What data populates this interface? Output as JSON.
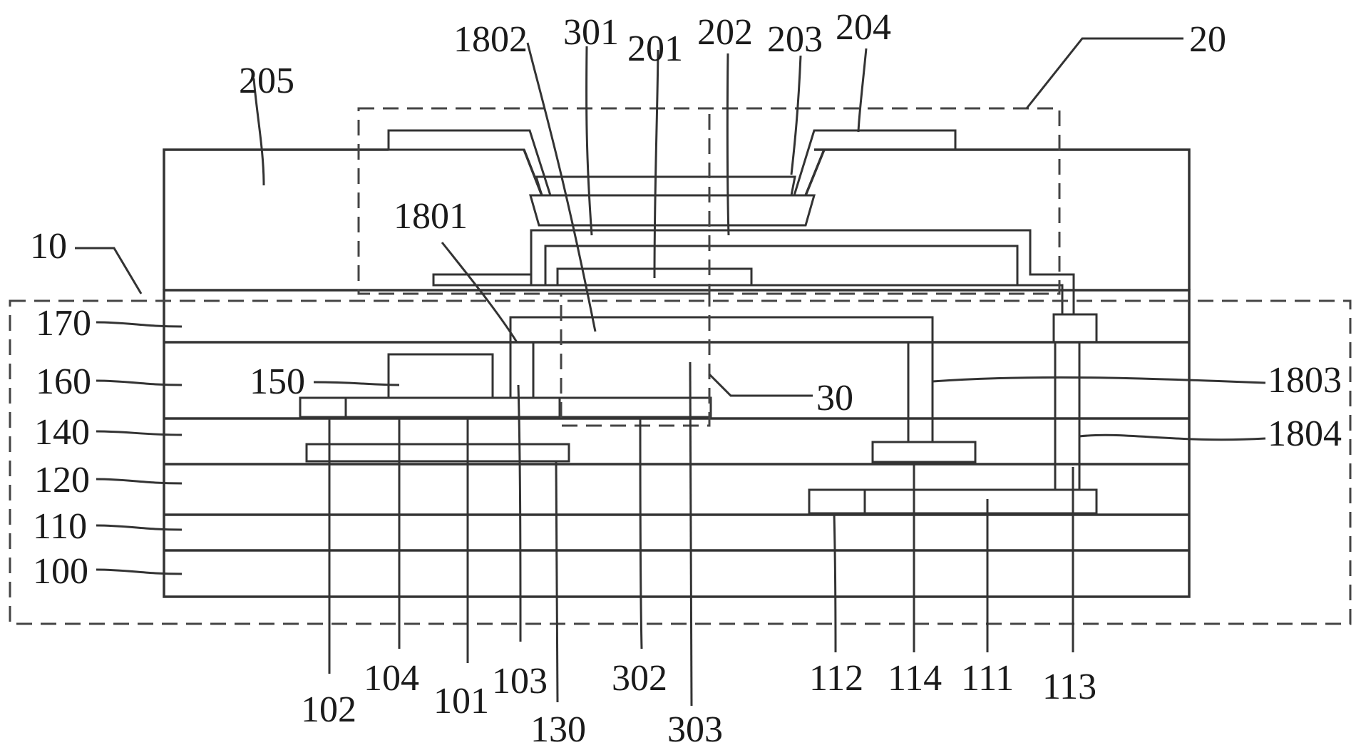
{
  "labels": {
    "l10": "10",
    "l20": "20",
    "l30": "30",
    "l100": "100",
    "l101": "101",
    "l102": "102",
    "l103": "103",
    "l104": "104",
    "l110": "110",
    "l111": "111",
    "l112": "112",
    "l113": "113",
    "l114": "114",
    "l120": "120",
    "l130": "130",
    "l140": "140",
    "l150": "150",
    "l160": "160",
    "l170": "170",
    "l201": "201",
    "l202": "202",
    "l203": "203",
    "l204": "204",
    "l205": "205",
    "l301": "301",
    "l302": "302",
    "l303": "303",
    "l1801": "1801",
    "l1802": "1802",
    "l1803": "1803",
    "l1804": "1804"
  }
}
